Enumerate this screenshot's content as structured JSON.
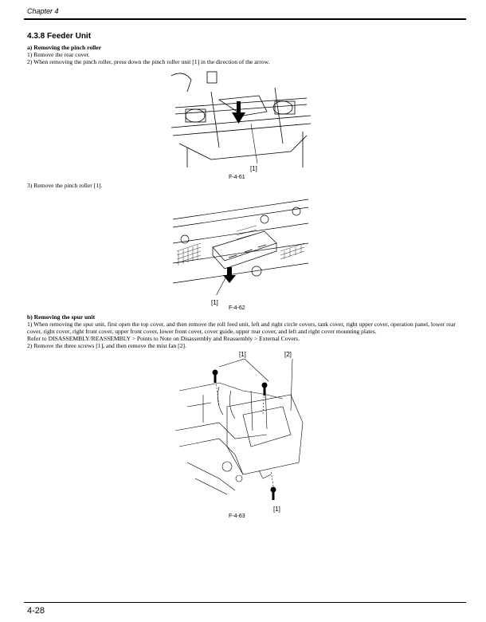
{
  "header": {
    "chapter": "Chapter 4"
  },
  "section": {
    "title": "4.3.8 Feeder Unit",
    "a": {
      "title": "a) Removing the pinch roller",
      "step1": "1) Remove the rear cover.",
      "step2": "2) When removing the pinch roller, press down the pinch roller unit [1] in the direction of the arrow.",
      "step3": "3) Remove the pinch roller [1]."
    },
    "b": {
      "title": "b) Removing the spur unit",
      "step1": "1) When removing the spur unit, first open the top cover, and then remove the roll feed unit, left and right circle covers, tank cover, right upper cover, operation panel, lower rear cover, right cover, right front cover, upper front cover, lower front cover, cover guide, upper rear cover, and left and right cover mounting plates.",
      "refer": "Refer to DISASSEMBLY/REASSEMBLY > Points to Note on Disassembly and Reassembly > External Covers.",
      "step2": "2) Remove the three screws [1], and then remove the mist fan [2]."
    }
  },
  "figures": {
    "f61": {
      "label": "F-4-61",
      "callout1": "[1]"
    },
    "f62": {
      "label": "F-4-62",
      "callout1": "[1]"
    },
    "f63": {
      "label": "F-4-63",
      "callout1": "[1]",
      "callout2": "[2]",
      "callout3": "[1]"
    }
  },
  "footer": {
    "page": "4-28"
  }
}
